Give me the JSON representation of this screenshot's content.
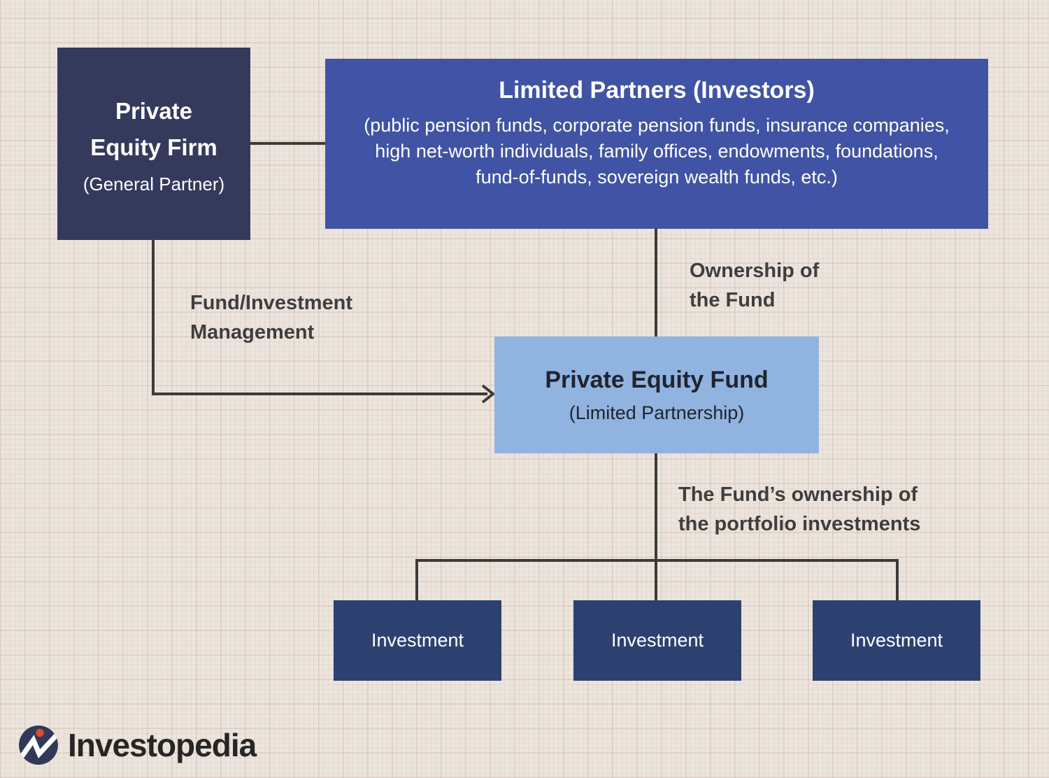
{
  "colors": {
    "background": "#ece5dd",
    "grid_line": "#ddd0c6",
    "firm_box": "#343a5c",
    "limited_partners_box": "#4053a4",
    "fund_box": "#90b3e0",
    "investment_box": "#2d4171",
    "connector_line": "#3b3b3b",
    "edge_label_text": "#3e3e3e",
    "logo_circle": "#303a58",
    "logo_dot": "#e4492e"
  },
  "nodes": {
    "private_equity_firm": {
      "title": "Private\nEquity Firm",
      "subtitle": "(General Partner)"
    },
    "limited_partners": {
      "title": "Limited Partners (Investors)",
      "description": "(public pension funds, corporate pension funds, insurance companies,\nhigh net-worth individuals, family offices, endowments, foundations,\nfund-of-funds, sovereign wealth funds, etc.)"
    },
    "private_equity_fund": {
      "title": "Private Equity Fund",
      "subtitle": "(Limited Partnership)"
    },
    "investments": [
      {
        "label": "Investment"
      },
      {
        "label": "Investment"
      },
      {
        "label": "Investment"
      }
    ]
  },
  "edge_labels": {
    "fund_management": "Fund/Investment\nManagement",
    "ownership_of_fund": "Ownership of\nthe Fund",
    "portfolio_ownership": "The Fund’s ownership of\nthe portfolio investments"
  },
  "logo": {
    "text": "Investopedia"
  }
}
